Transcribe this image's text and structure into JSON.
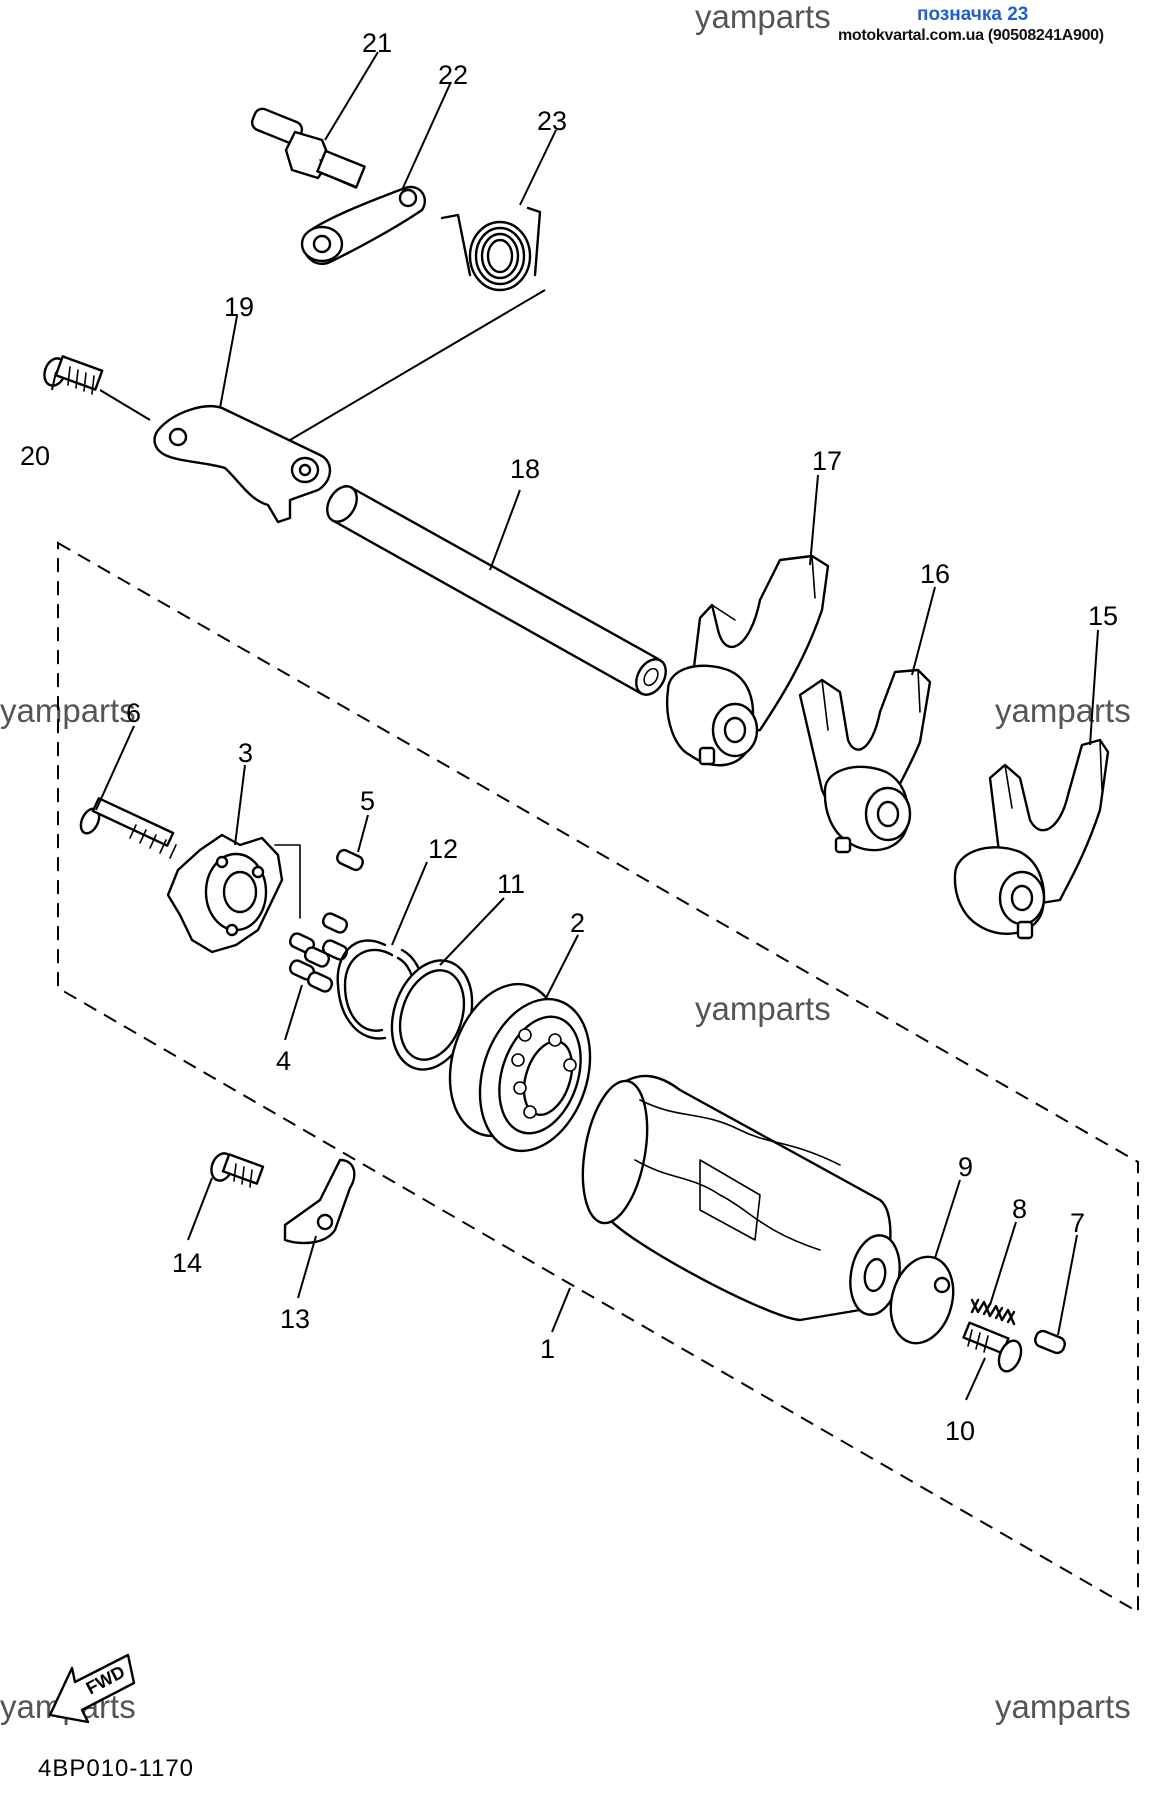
{
  "header": {
    "label_link": "позначка 23",
    "source_ref": "motokvartal.com.ua (90508241A900)"
  },
  "watermark": "yamparts",
  "catalog_number": "4BP010-1170",
  "fwd_label": "FWD",
  "callouts": {
    "p1": "1",
    "p2": "2",
    "p3": "3",
    "p4": "4",
    "p5": "5",
    "p6": "6",
    "p7": "7",
    "p8": "8",
    "p9": "9",
    "p10": "10",
    "p11": "11",
    "p12": "12",
    "p13": "13",
    "p14": "14",
    "p15": "15",
    "p16": "16",
    "p17": "17",
    "p18": "18",
    "p19": "19",
    "p20": "20",
    "p21": "21",
    "p22": "22",
    "p23": "23"
  }
}
